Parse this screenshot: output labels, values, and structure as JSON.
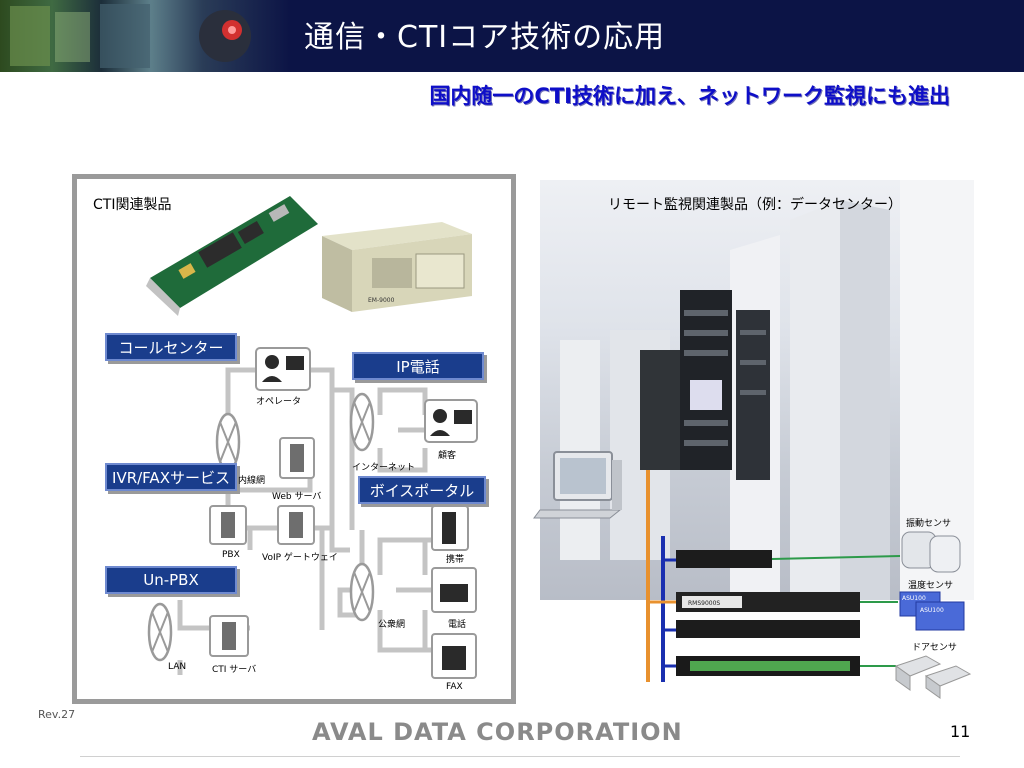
{
  "header": {
    "title": "通信・CTIコア技術の応用"
  },
  "subtitle": "国内随一のCTI技術に加え、ネットワーク監視にも進出",
  "left_panel": {
    "title": "CTI関連製品",
    "boxes": {
      "call_center": "コールセンター",
      "ip_phone": "IP電話",
      "ivr_fax": "IVR/FAXサービス",
      "voice_portal": "ボイスポータル",
      "un_pbx": "Un-PBX"
    },
    "labels": {
      "operator": "オペレータ",
      "internal_network": "内線網",
      "web_server": "Web サーバ",
      "internet": "インターネット",
      "customer": "顧客",
      "pbx": "PBX",
      "voip_gateway": "VoIP ゲートウェイ",
      "mobile": "携帯",
      "public_network": "公衆網",
      "telephone": "電話",
      "fax": "FAX",
      "lan": "LAN",
      "cti_server": "CTI サーバ"
    },
    "device_labels": {
      "pc_case": "EM-9000"
    }
  },
  "right_panel": {
    "title": "リモート監視関連製品（例：データセンター）",
    "labels": {
      "vibration_sensor": "振動センサ",
      "temperature_sensor": "温度センサ",
      "door_sensor": "ドアセンサ"
    },
    "device_labels": {
      "rms_unit": "RMS9000S",
      "temp_unit_1": "ASU100",
      "temp_unit_2": "ASU100"
    }
  },
  "footer": {
    "rev": "Rev.27",
    "logo": "AVAL DATA CORPORATION",
    "page": "11"
  },
  "colors": {
    "header_bg": "#0c1446",
    "subtitle": "#0e0ec8",
    "box_blue": "#1a3d8c"
  }
}
